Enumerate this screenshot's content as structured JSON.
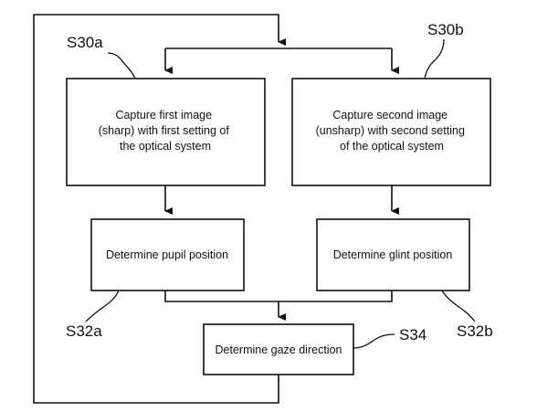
{
  "steps": {
    "s30a": {
      "ref": "S30a",
      "lines": [
        "Capture first image",
        "(sharp) with first setting of",
        "the optical system"
      ]
    },
    "s30b": {
      "ref": "S30b",
      "lines": [
        "Capture second image",
        "(unsharp) with second setting",
        "of the optical system"
      ]
    },
    "s32a": {
      "ref": "S32a",
      "lines": [
        "Determine pupil position"
      ]
    },
    "s32b": {
      "ref": "S32b",
      "lines": [
        "Determine glint position"
      ]
    },
    "s34": {
      "ref": "S34",
      "lines": [
        "Determine gaze direction"
      ]
    }
  }
}
